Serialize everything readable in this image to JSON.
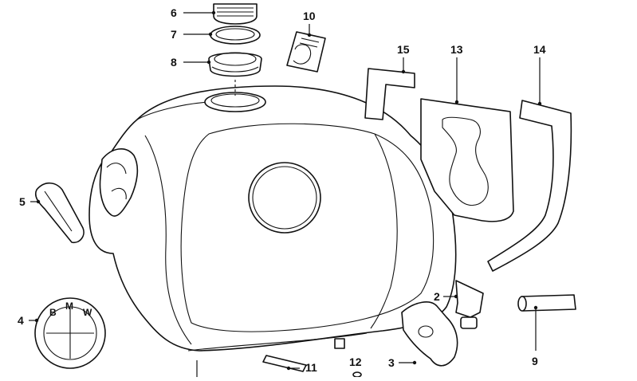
{
  "callouts": {
    "c1": "6",
    "c2": "7",
    "c3": "8",
    "c4": "10",
    "c5": "15",
    "c6": "13",
    "c7": "14",
    "c8": "5",
    "c9": "2",
    "c10": "4",
    "c11": "9",
    "c12": "3",
    "c13": "11",
    "c14": "12"
  },
  "emblem": {
    "letters": [
      "B",
      "M",
      "W"
    ]
  }
}
